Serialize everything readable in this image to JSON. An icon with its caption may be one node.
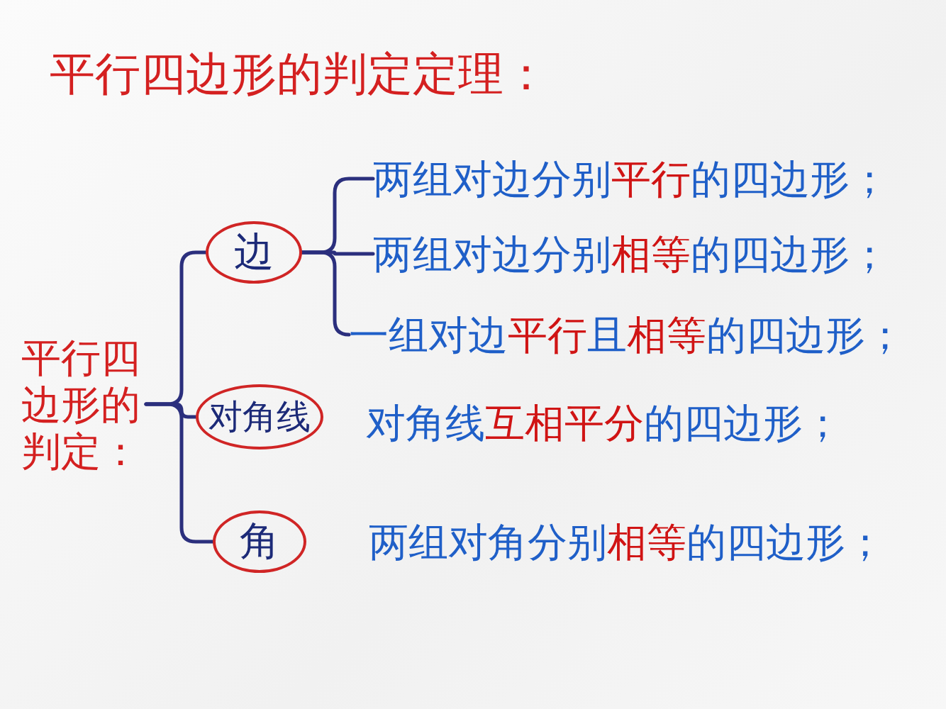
{
  "diagram": {
    "title": "平行四边形的判定定理：",
    "nodes": [
      {
        "text": [
          "平行四边形的判定："
        ]
      },
      {
        "text": [
          "边"
        ]
      },
      {
        "text": [
          "两组对边分别**平行**的四边形；"
        ]
      },
      {
        "text": [
          "两组对边分别**相等**的四边形；"
        ]
      },
      {
        "text": [
          "一组对边**平行**且**相等**的四边形；"
        ]
      },
      {
        "text": [
          "对角线"
        ]
      },
      {
        "text": [
          "对角线**互相平分**的四边形；"
        ]
      },
      {
        "text": [
          "角"
        ]
      },
      {
        "text": [
          "两组对角分别**相等**的四边形；"
        ]
      }
    ],
    "edges": [
      {
        "from": 0,
        "to": 1,
        "arrow": "none"
      },
      {
        "from": 0,
        "to": 5,
        "arrow": "none"
      },
      {
        "from": 0,
        "to": 7,
        "arrow": "none"
      },
      {
        "from": 1,
        "to": 2,
        "arrow": "none"
      },
      {
        "from": 1,
        "to": 3,
        "arrow": "none"
      },
      {
        "from": 1,
        "to": 4,
        "arrow": "none"
      }
    ]
  }
}
